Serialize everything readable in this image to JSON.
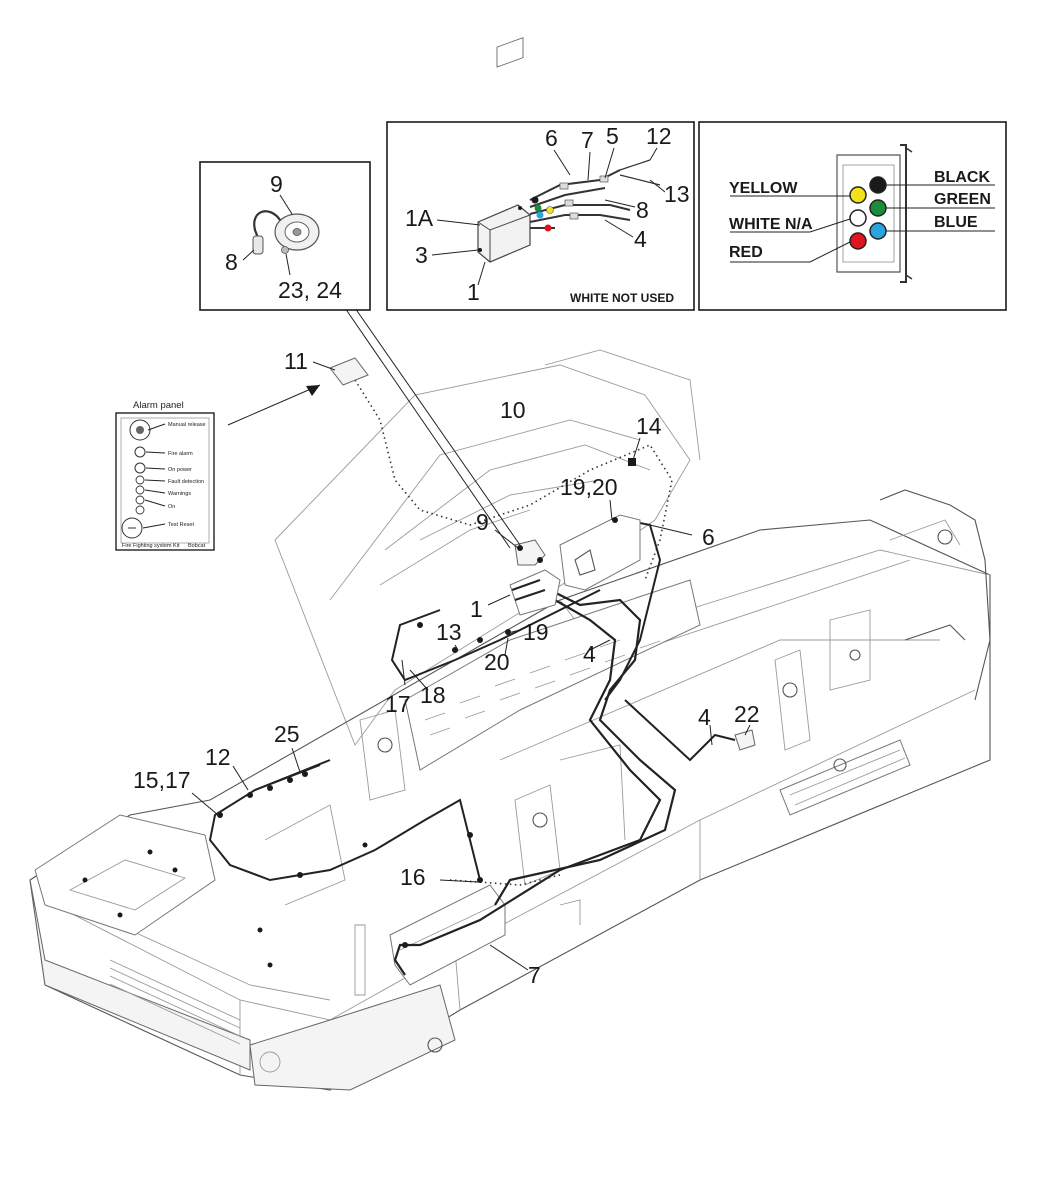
{
  "callouts": {
    "inset_horn": {
      "n9": "9",
      "n8": "8",
      "n2324": "23, 24"
    },
    "inset_box": {
      "n6": "6",
      "n7": "7",
      "n5": "5",
      "n12": "12",
      "n13": "13",
      "n8": "8",
      "n4": "4",
      "n1A": "1A",
      "n3": "3",
      "n1": "1"
    },
    "main": {
      "n11": "11",
      "n10": "10",
      "n14": "14",
      "n1920a": "19,20",
      "n6": "6",
      "n9": "9",
      "n1": "1",
      "n13": "13",
      "n19": "19",
      "n20": "20",
      "n4a": "4",
      "n17": "17",
      "n18": "18",
      "n4b": "4",
      "n22": "22",
      "n25": "25",
      "n12": "12",
      "n1517": "15,17",
      "n16": "16",
      "n7": "7"
    }
  },
  "inset_box_note": "WHITE NOT USED",
  "wire_legend": {
    "yellow": "YELLOW",
    "white": "WHITE N/A",
    "red": "RED",
    "black": "BLACK",
    "green": "GREEN",
    "blue": "BLUE",
    "colors": {
      "yellow": "#f2e21a",
      "white": "#ffffff",
      "red": "#e0141c",
      "black": "#1a1a1a",
      "green": "#1a8c3c",
      "blue": "#2aa3e0"
    }
  },
  "alarm_panel": {
    "title": "Alarm panel",
    "rows": [
      "Manual release",
      "Fire alarm",
      "On power",
      "Fault detection",
      "Warnings",
      "On",
      "Test Reset"
    ],
    "footer_left": "Fire Fighting system Kit",
    "footer_right": "Bobcat"
  }
}
